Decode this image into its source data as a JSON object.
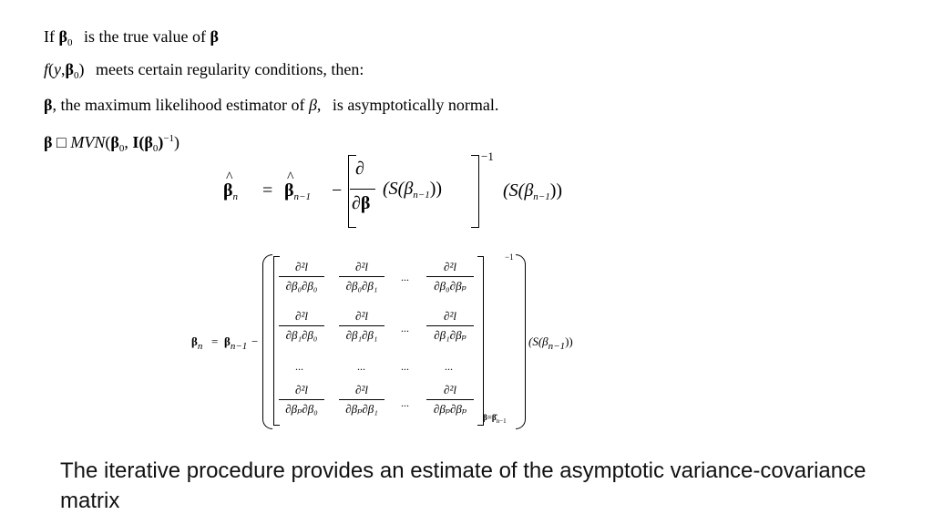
{
  "lines": {
    "l1a": "If",
    "l1b": "β",
    "l1c": "0",
    "l1d": "is the true value of",
    "l1e": "β",
    "l2a": "f",
    "l2b": "(",
    "l2c": "y",
    "l2d": ",",
    "l2e": "β",
    "l2f": "0",
    "l2g": ")",
    "l2h": "meets certain regularity conditions, then:",
    "l3a": "β",
    "l3b": ", the maximum likelihood estimator of",
    "l3c": "β",
    "l3d": ",",
    "l3e": "is asymptotically normal.",
    "l4a": "β",
    "l4b": "□",
    "l4c": "MVN",
    "l4d": "(",
    "l4e": "β",
    "l4f": "0",
    "l4g": ", ",
    "l4h": "I(β",
    "l4i": "0",
    "l4j": ")",
    "l4k": "−1",
    "l4l": ")"
  },
  "eq1": {
    "lhs": "β",
    "lhs_sub": "n",
    "eq": "=",
    "b": "β",
    "b_sub": "n−1",
    "minus": "−",
    "partial": "∂",
    "partial_b": "∂β",
    "inner": "(S(β",
    "inner_sub": "n−1",
    "inner_close": "))",
    "inv": "−1",
    "rhs": "(S(β",
    "rhs_sub": "n−1",
    "rhs_close": "))"
  },
  "eq2": {
    "lhs": "β",
    "lhs_sub": "n",
    "eq": "=",
    "b": "β",
    "b_sub": "n−1",
    "minus": "−",
    "num": "∂²l",
    "rows": [
      [
        "∂β₀∂β₀",
        "∂β₀∂β₁",
        "∂β₀∂βₚ"
      ],
      [
        "∂β₁∂β₀",
        "∂β₁∂β₁",
        "∂β₁∂βₚ"
      ],
      [
        "∂βₚ∂β₀",
        "∂βₚ∂β₁",
        "∂βₚ∂βₚ"
      ]
    ],
    "dots": "...",
    "inv": "−1",
    "eval": "β=β̂",
    "eval_sub": "n−1",
    "rhs": "(S(β",
    "rhs_sub": "n−1",
    "rhs_close": "))"
  },
  "caption": "The iterative procedure provides an estimate of the asymptotic variance-covariance matrix"
}
